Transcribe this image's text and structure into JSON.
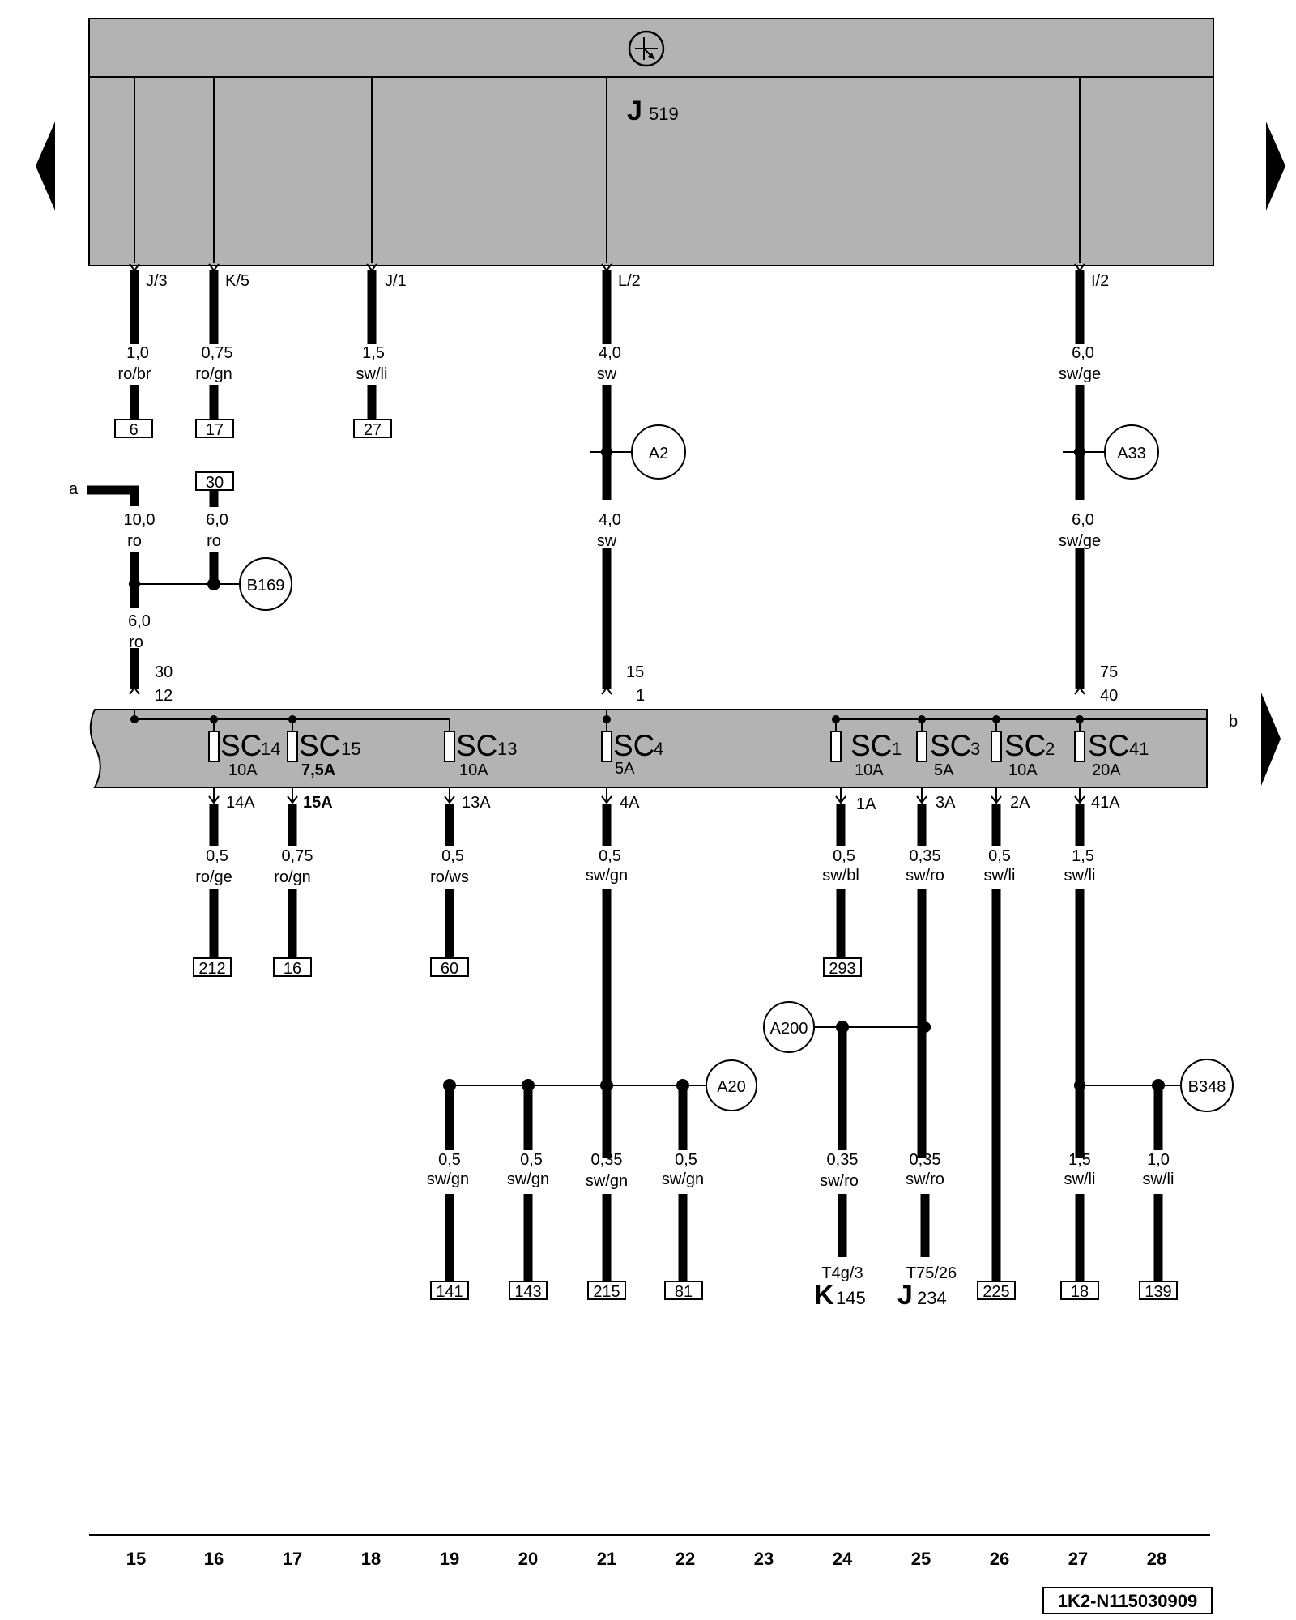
{
  "module": {
    "name": "J",
    "sub": "519"
  },
  "wires_top": [
    {
      "pin": "J/3",
      "size": "1,0",
      "color": "ro/br",
      "ref": "6"
    },
    {
      "pin": "K/5",
      "size": "0,75",
      "color": "ro/gn",
      "ref": "17"
    },
    {
      "pin": "J/1",
      "size": "1,5",
      "color": "sw/li",
      "ref": "27"
    },
    {
      "pin": "L/2",
      "size": "4,0",
      "color": "sw"
    },
    {
      "pin": "I/2",
      "size": "6,0",
      "color": "sw/ge"
    }
  ],
  "mid_wires": {
    "l2_lower": {
      "size": "4,0",
      "color": "sw"
    },
    "i2_lower": {
      "size": "6,0",
      "color": "sw/ge"
    },
    "a_branch": {
      "size": "10,0",
      "color": "ro"
    },
    "ref30_branch": {
      "size": "6,0",
      "color": "ro"
    },
    "b169_lower": {
      "size": "6,0",
      "color": "ro"
    }
  },
  "refs_mid": {
    "ref30": "30"
  },
  "markers": {
    "a": "a",
    "b": "b"
  },
  "connectors": {
    "A2": "A2",
    "A33": "A33",
    "B169": "B169",
    "A20": "A20",
    "A200": "A200",
    "B348": "B348"
  },
  "terminals": {
    "t1": {
      "top": "30",
      "bottom": "12"
    },
    "t2": {
      "top": "15",
      "bottom": "1"
    },
    "t3": {
      "top": "75",
      "bottom": "40"
    }
  },
  "fuses": [
    {
      "name": "SC",
      "num": "14",
      "rating": "10A",
      "out": "14A",
      "size": "0,5",
      "color": "ro/ge",
      "ref": "212"
    },
    {
      "name": "SC",
      "num": "15",
      "rating": "7,5A",
      "out": "15A",
      "size": "0,75",
      "color": "ro/gn",
      "ref": "16"
    },
    {
      "name": "SC",
      "num": "13",
      "rating": "10A",
      "out": "13A",
      "size": "0,5",
      "color": "ro/ws",
      "ref": "60"
    },
    {
      "name": "SC",
      "num": "4",
      "rating": "5A",
      "out": "4A",
      "size": "0,5",
      "color": "sw/gn"
    },
    {
      "name": "SC",
      "num": "1",
      "rating": "10A",
      "out": "1A",
      "size": "0,5",
      "color": "sw/bl",
      "ref": "293"
    },
    {
      "name": "SC",
      "num": "3",
      "rating": "5A",
      "out": "3A",
      "size": "0,35",
      "color": "sw/ro"
    },
    {
      "name": "SC",
      "num": "2",
      "rating": "10A",
      "out": "2A",
      "size": "0,5",
      "color": "sw/li",
      "ref": "225"
    },
    {
      "name": "SC",
      "num": "41",
      "rating": "20A",
      "out": "41A",
      "size": "1,5",
      "color": "sw/li"
    }
  ],
  "bottom_wires": [
    {
      "size": "0,5",
      "color": "sw/gn",
      "ref": "141"
    },
    {
      "size": "0,5",
      "color": "sw/gn",
      "ref": "143"
    },
    {
      "size": "0,35",
      "color": "sw/gn",
      "ref": "215"
    },
    {
      "size": "0,5",
      "color": "sw/gn",
      "ref": "81"
    },
    {
      "size": "0,35",
      "color": "sw/ro",
      "conn": "T4g/3",
      "comp": "K",
      "comp_sub": "145"
    },
    {
      "size": "0,35",
      "color": "sw/ro",
      "conn": "T75/26",
      "comp": "J",
      "comp_sub": "234"
    },
    {
      "size": "1,5",
      "color": "sw/li",
      "ref": "18"
    },
    {
      "size": "1,0",
      "color": "sw/li",
      "ref": "139"
    }
  ],
  "columns": [
    "15",
    "16",
    "17",
    "18",
    "19",
    "20",
    "21",
    "22",
    "23",
    "24",
    "25",
    "26",
    "27",
    "28"
  ],
  "code": "1K2-N115030909",
  "colors": {
    "module_fill": "#b3b3b3",
    "wire": "#000000",
    "background": "#ffffff"
  }
}
